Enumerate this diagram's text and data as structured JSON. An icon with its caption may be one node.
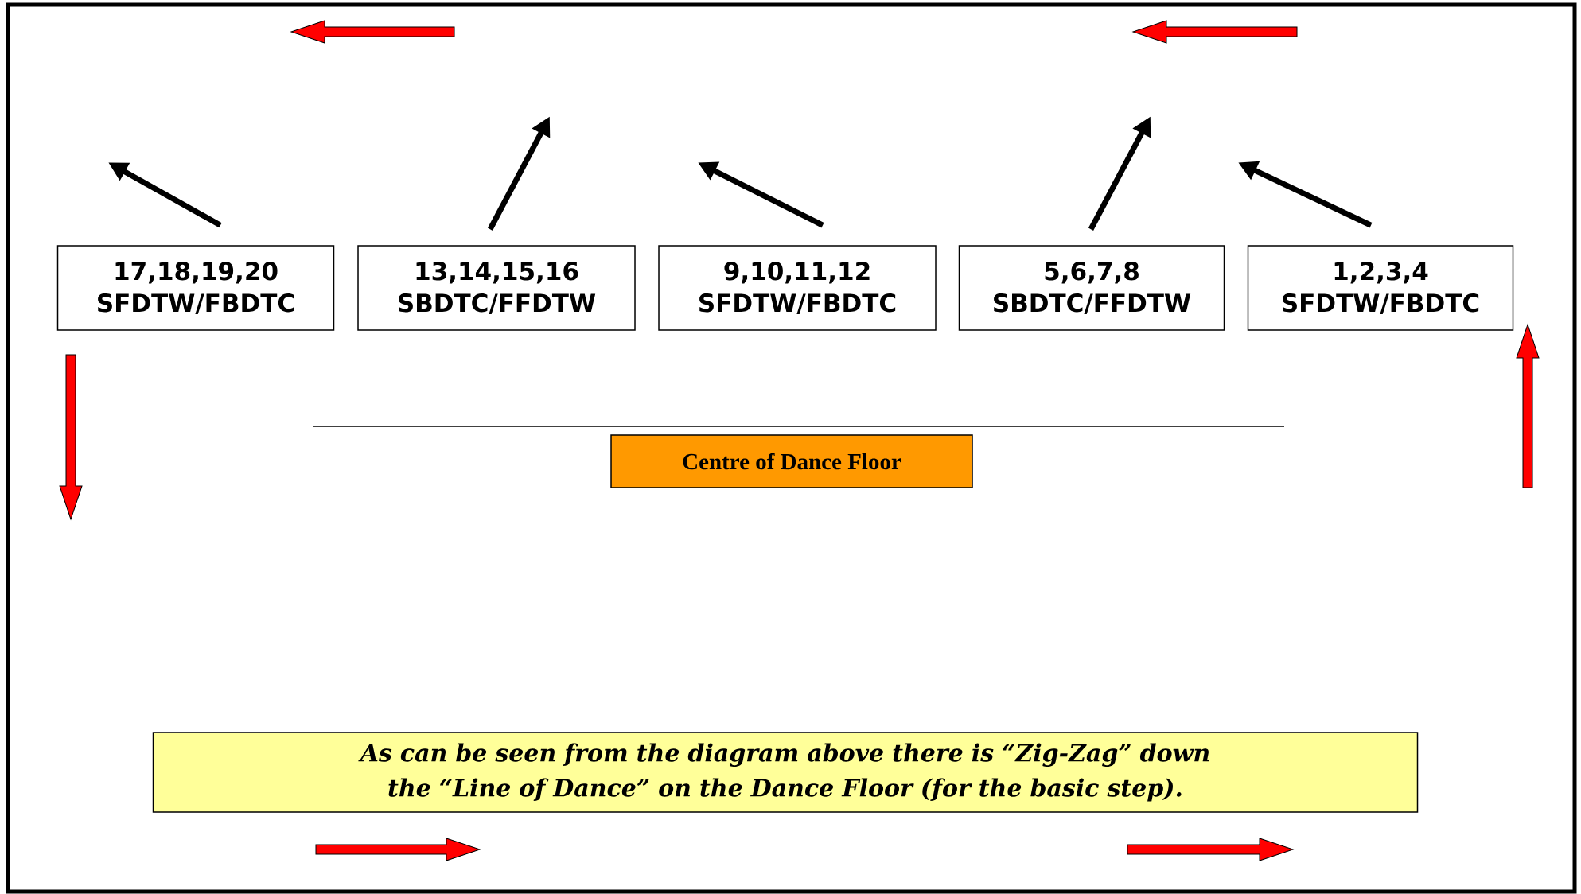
{
  "diagram": {
    "nodes": [
      {
        "text": [
          "17,18,19,20",
          "SFDTW/FBDTC"
        ]
      },
      {
        "text": [
          "13,14,15,16",
          "SBDTC/FFDTW"
        ]
      },
      {
        "text": [
          "9,10,11,12",
          "SFDTW/FBDTC"
        ]
      },
      {
        "text": [
          "5,6,7,8",
          "SBDTC/FFDTW"
        ]
      },
      {
        "text": [
          "1,2,3,4",
          "SFDTW/FBDTC"
        ]
      },
      {
        "text": [
          "Centre of Dance Floor"
        ]
      },
      {
        "text": [
          "As can be seen from the diagram above there is “Zig-Zag” down the “Line of Dance” on the Dance Floor (for the basic step)."
        ]
      }
    ],
    "edges": [
      {
        "from": 0,
        "to": null,
        "arrow": "to"
      },
      {
        "from": 1,
        "to": null,
        "arrow": "to"
      },
      {
        "from": 2,
        "to": null,
        "arrow": "to"
      },
      {
        "from": 3,
        "to": null,
        "arrow": "to"
      },
      {
        "from": 4,
        "to": null,
        "arrow": "to"
      }
    ]
  }
}
